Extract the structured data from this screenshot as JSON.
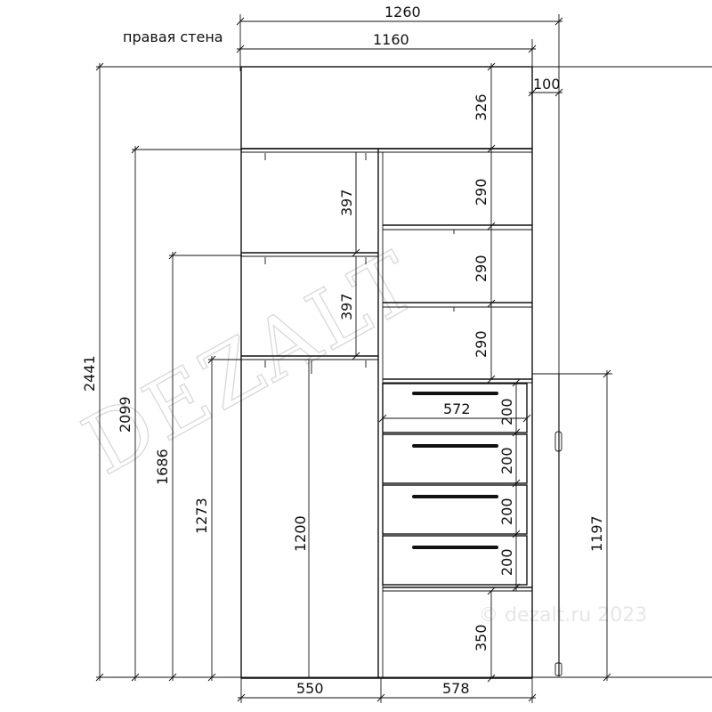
{
  "caption": "правая стена",
  "watermark": "DEZALT",
  "watermark_copyright": "© dezalt.ru 2023",
  "dimensions": {
    "total_width": "1260",
    "cabinet_width": "1160",
    "side_gap": "100",
    "total_height": "2441",
    "height_to_top_shelf": "2099",
    "height_to_second_shelf": "1686",
    "height_to_third_shelf": "1273",
    "mezzanine_height": "326",
    "left_shelf_1": "397",
    "left_shelf_2": "397",
    "right_shelf_1": "290",
    "right_shelf_2": "290",
    "right_shelf_3": "290",
    "drawer_1": "200",
    "drawer_2": "200",
    "drawer_3": "200",
    "drawer_4": "200",
    "drawer_width": "572",
    "hanging_height": "1200",
    "bottom_compartment": "350",
    "wall_height": "1197",
    "left_section_width": "550",
    "right_section_width": "578"
  }
}
